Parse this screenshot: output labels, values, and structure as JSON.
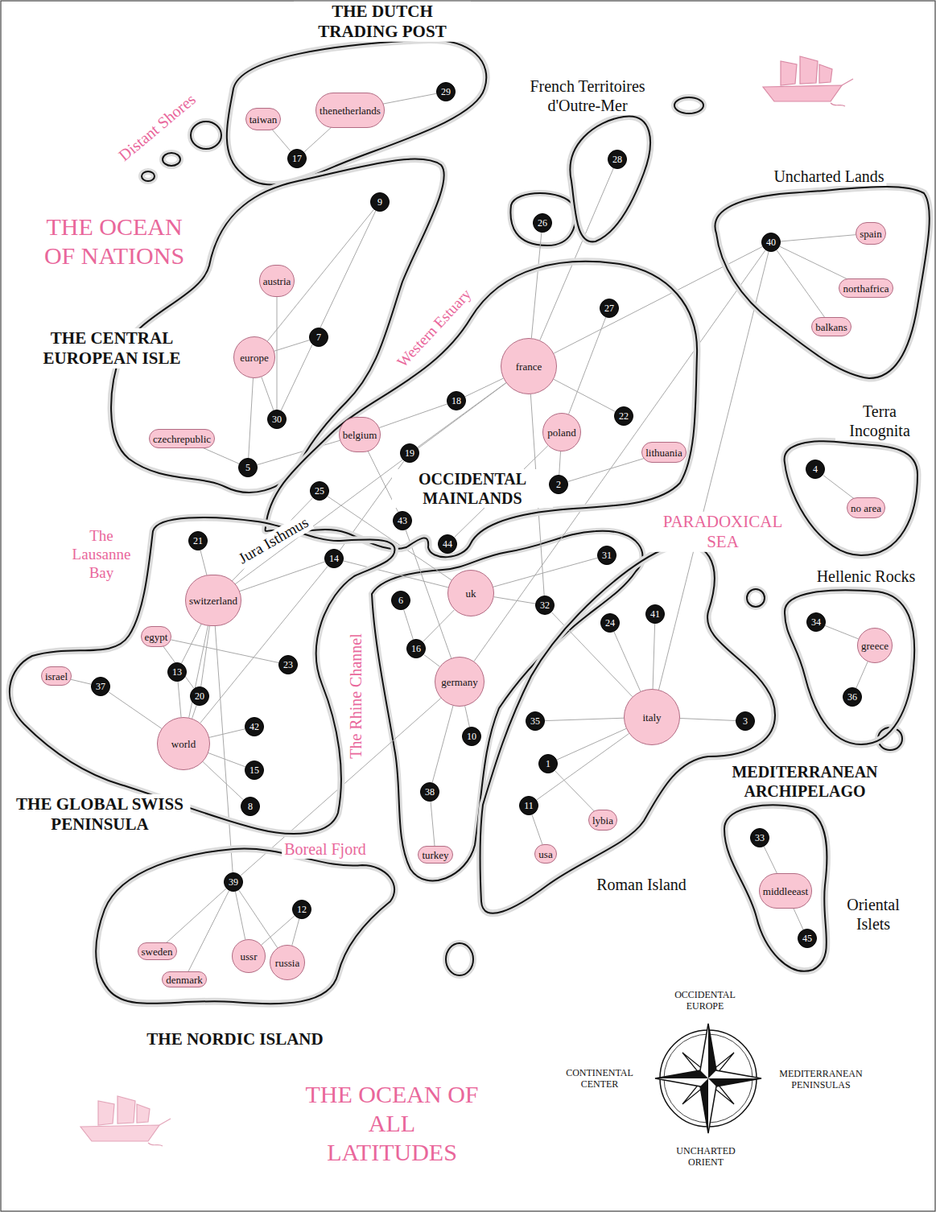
{
  "diagram": {
    "nodes": [
      {
        "text": [
          "THE DUTCH TRADING POST"
        ]
      },
      {
        "text": [
          "taiwan"
        ],
        "in": 0
      },
      {
        "text": [
          "thenetherlands"
        ],
        "in": 0
      },
      {
        "text": [
          "29"
        ],
        "in": 0
      },
      {
        "text": [
          "17"
        ],
        "in": 0
      },
      {
        "text": [
          "French Territoires d'Outre-Mer"
        ]
      },
      {
        "text": [
          "28"
        ],
        "in": 5
      },
      {
        "text": [
          "26"
        ]
      },
      {
        "text": [
          "THE CENTRAL EUROPEAN ISLE"
        ]
      },
      {
        "text": [
          "9"
        ],
        "in": 8
      },
      {
        "text": [
          "austria"
        ],
        "in": 8
      },
      {
        "text": [
          "7"
        ],
        "in": 8
      },
      {
        "text": [
          "europe"
        ],
        "in": 8
      },
      {
        "text": [
          "30"
        ],
        "in": 8
      },
      {
        "text": [
          "czechrepublic"
        ],
        "in": 8
      },
      {
        "text": [
          "5"
        ],
        "in": 8
      },
      {
        "text": [
          "Uncharted Lands"
        ]
      },
      {
        "text": [
          "40"
        ],
        "in": 16
      },
      {
        "text": [
          "spain"
        ],
        "in": 16
      },
      {
        "text": [
          "northafrica"
        ],
        "in": 16
      },
      {
        "text": [
          "balkans"
        ],
        "in": 16
      },
      {
        "text": [
          "OCCIDENTAL MAINLANDS"
        ]
      },
      {
        "text": [
          "27"
        ],
        "in": 21
      },
      {
        "text": [
          "france"
        ],
        "in": 21
      },
      {
        "text": [
          "18"
        ],
        "in": 21
      },
      {
        "text": [
          "belgium"
        ],
        "in": 21
      },
      {
        "text": [
          "poland"
        ],
        "in": 21
      },
      {
        "text": [
          "22"
        ],
        "in": 21
      },
      {
        "text": [
          "lithuania"
        ],
        "in": 21
      },
      {
        "text": [
          "19"
        ],
        "in": 21
      },
      {
        "text": [
          "2"
        ],
        "in": 21
      },
      {
        "text": [
          "25"
        ],
        "in": 21
      },
      {
        "text": [
          "43"
        ],
        "in": 21
      },
      {
        "text": [
          "44"
        ],
        "in": 21
      },
      {
        "text": [
          "Terra Incognita"
        ]
      },
      {
        "text": [
          "4"
        ],
        "in": 34
      },
      {
        "text": [
          "no area"
        ],
        "in": 34
      },
      {
        "text": [
          "THE GLOBAL SWISS PENINSULA"
        ]
      },
      {
        "text": [
          "21"
        ],
        "in": 37
      },
      {
        "text": [
          "14"
        ],
        "in": 37
      },
      {
        "text": [
          "switzerland"
        ],
        "in": 37
      },
      {
        "text": [
          "egypt"
        ],
        "in": 37
      },
      {
        "text": [
          "13"
        ],
        "in": 37
      },
      {
        "text": [
          "23"
        ],
        "in": 37
      },
      {
        "text": [
          "israel"
        ],
        "in": 37
      },
      {
        "text": [
          "37"
        ],
        "in": 37
      },
      {
        "text": [
          "20"
        ],
        "in": 37
      },
      {
        "text": [
          "world"
        ],
        "in": 37
      },
      {
        "text": [
          "42"
        ],
        "in": 37
      },
      {
        "text": [
          "15"
        ],
        "in": 37
      },
      {
        "text": [
          "8"
        ],
        "in": 37
      },
      {
        "text": [
          "Hellenic Rocks"
        ]
      },
      {
        "text": [
          "34"
        ],
        "in": 51
      },
      {
        "text": [
          "greece"
        ],
        "in": 51
      },
      {
        "text": [
          "36"
        ],
        "in": 51
      },
      {
        "text": [
          "6"
        ]
      },
      {
        "text": [
          "uk"
        ]
      },
      {
        "text": [
          "31"
        ]
      },
      {
        "text": [
          "32"
        ]
      },
      {
        "text": [
          "16"
        ]
      },
      {
        "text": [
          "germany"
        ]
      },
      {
        "text": [
          "10"
        ]
      },
      {
        "text": [
          "38"
        ]
      },
      {
        "text": [
          "turkey"
        ]
      },
      {
        "text": [
          "Roman Island"
        ]
      },
      {
        "text": [
          "24"
        ],
        "in": 64
      },
      {
        "text": [
          "41"
        ],
        "in": 64
      },
      {
        "text": [
          "italy"
        ],
        "in": 64
      },
      {
        "text": [
          "35"
        ],
        "in": 64
      },
      {
        "text": [
          "3"
        ],
        "in": 64
      },
      {
        "text": [
          "1"
        ],
        "in": 64
      },
      {
        "text": [
          "11"
        ],
        "in": 64
      },
      {
        "text": [
          "lybia"
        ],
        "in": 64
      },
      {
        "text": [
          "usa"
        ],
        "in": 64
      },
      {
        "text": [
          "Oriental Islets"
        ]
      },
      {
        "text": [
          "33"
        ],
        "in": 74
      },
      {
        "text": [
          "middleeast"
        ],
        "in": 74
      },
      {
        "text": [
          "45"
        ],
        "in": 74
      },
      {
        "text": [
          "THE NORDIC ISLAND"
        ]
      },
      {
        "text": [
          "39"
        ],
        "in": 78
      },
      {
        "text": [
          "12"
        ],
        "in": 78
      },
      {
        "text": [
          "sweden"
        ],
        "in": 78
      },
      {
        "text": [
          "ussr"
        ],
        "in": 78
      },
      {
        "text": [
          "russia"
        ],
        "in": 78
      },
      {
        "text": [
          "denmark"
        ],
        "in": 78
      }
    ],
    "edges": [
      {
        "from": 1,
        "to": 4,
        "arrow": "none"
      },
      {
        "from": 2,
        "to": 4,
        "arrow": "none"
      },
      {
        "from": 2,
        "to": 3,
        "arrow": "none"
      },
      {
        "from": 9,
        "to": 12,
        "arrow": "none"
      },
      {
        "from": 9,
        "to": 13,
        "arrow": "none"
      },
      {
        "from": 10,
        "to": 13,
        "arrow": "none"
      },
      {
        "from": 12,
        "to": 11,
        "arrow": "none"
      },
      {
        "from": 12,
        "to": 15,
        "arrow": "none"
      },
      {
        "from": 12,
        "to": 13,
        "arrow": "none"
      },
      {
        "from": 14,
        "to": 15,
        "arrow": "none"
      },
      {
        "from": 15,
        "to": 25,
        "arrow": "none"
      },
      {
        "from": 6,
        "to": 23,
        "arrow": "none"
      },
      {
        "from": 7,
        "to": 23,
        "arrow": "none"
      },
      {
        "from": 17,
        "to": 18,
        "arrow": "none"
      },
      {
        "from": 17,
        "to": 19,
        "arrow": "none"
      },
      {
        "from": 17,
        "to": 20,
        "arrow": "none"
      },
      {
        "from": 17,
        "to": 23,
        "arrow": "none"
      },
      {
        "from": 17,
        "to": 60,
        "arrow": "none"
      },
      {
        "from": 17,
        "to": 67,
        "arrow": "none"
      },
      {
        "from": 22,
        "to": 26,
        "arrow": "none"
      },
      {
        "from": 23,
        "to": 27,
        "arrow": "none"
      },
      {
        "from": 24,
        "to": 25,
        "arrow": "none"
      },
      {
        "from": 24,
        "to": 23,
        "arrow": "none"
      },
      {
        "from": 26,
        "to": 30,
        "arrow": "none"
      },
      {
        "from": 30,
        "to": 28,
        "arrow": "none"
      },
      {
        "from": 26,
        "to": 33,
        "arrow": "none"
      },
      {
        "from": 23,
        "to": 29,
        "arrow": "none"
      },
      {
        "from": 23,
        "to": 40,
        "arrow": "none"
      },
      {
        "from": 23,
        "to": 58,
        "arrow": "none"
      },
      {
        "from": 25,
        "to": 32,
        "arrow": "none"
      },
      {
        "from": 32,
        "to": 60,
        "arrow": "none"
      },
      {
        "from": 31,
        "to": 56,
        "arrow": "none"
      },
      {
        "from": 31,
        "to": 40,
        "arrow": "none"
      },
      {
        "from": 29,
        "to": 39,
        "arrow": "none"
      },
      {
        "from": 35,
        "to": 36,
        "arrow": "none"
      },
      {
        "from": 38,
        "to": 40,
        "arrow": "none"
      },
      {
        "from": 40,
        "to": 42,
        "arrow": "none"
      },
      {
        "from": 40,
        "to": 46,
        "arrow": "none"
      },
      {
        "from": 40,
        "to": 47,
        "arrow": "none"
      },
      {
        "from": 40,
        "to": 79,
        "arrow": "none"
      },
      {
        "from": 40,
        "to": 39,
        "arrow": "none"
      },
      {
        "from": 41,
        "to": 43,
        "arrow": "none"
      },
      {
        "from": 41,
        "to": 46,
        "arrow": "none"
      },
      {
        "from": 44,
        "to": 45,
        "arrow": "none"
      },
      {
        "from": 45,
        "to": 47,
        "arrow": "none"
      },
      {
        "from": 42,
        "to": 47,
        "arrow": "none"
      },
      {
        "from": 46,
        "to": 47,
        "arrow": "none"
      },
      {
        "from": 47,
        "to": 48,
        "arrow": "none"
      },
      {
        "from": 47,
        "to": 49,
        "arrow": "none"
      },
      {
        "from": 47,
        "to": 50,
        "arrow": "none"
      },
      {
        "from": 39,
        "to": 47,
        "arrow": "none"
      },
      {
        "from": 39,
        "to": 56,
        "arrow": "none"
      },
      {
        "from": 52,
        "to": 53,
        "arrow": "none"
      },
      {
        "from": 53,
        "to": 54,
        "arrow": "none"
      },
      {
        "from": 56,
        "to": 57,
        "arrow": "none"
      },
      {
        "from": 56,
        "to": 58,
        "arrow": "none"
      },
      {
        "from": 55,
        "to": 59,
        "arrow": "none"
      },
      {
        "from": 56,
        "to": 59,
        "arrow": "none"
      },
      {
        "from": 59,
        "to": 60,
        "arrow": "none"
      },
      {
        "from": 60,
        "to": 61,
        "arrow": "none"
      },
      {
        "from": 60,
        "to": 62,
        "arrow": "none"
      },
      {
        "from": 62,
        "to": 63,
        "arrow": "none"
      },
      {
        "from": 60,
        "to": 79,
        "arrow": "none"
      },
      {
        "from": 58,
        "to": 67,
        "arrow": "none"
      },
      {
        "from": 67,
        "to": 65,
        "arrow": "none"
      },
      {
        "from": 67,
        "to": 66,
        "arrow": "none"
      },
      {
        "from": 67,
        "to": 68,
        "arrow": "none"
      },
      {
        "from": 67,
        "to": 69,
        "arrow": "none"
      },
      {
        "from": 67,
        "to": 70,
        "arrow": "none"
      },
      {
        "from": 67,
        "to": 71,
        "arrow": "none"
      },
      {
        "from": 70,
        "to": 72,
        "arrow": "none"
      },
      {
        "from": 71,
        "to": 73,
        "arrow": "none"
      },
      {
        "from": 75,
        "to": 76,
        "arrow": "none"
      },
      {
        "from": 76,
        "to": 77,
        "arrow": "none"
      },
      {
        "from": 79,
        "to": 81,
        "arrow": "none"
      },
      {
        "from": 79,
        "to": 84,
        "arrow": "none"
      },
      {
        "from": 79,
        "to": 82,
        "arrow": "none"
      },
      {
        "from": 79,
        "to": 83,
        "arrow": "none"
      },
      {
        "from": 80,
        "to": 82,
        "arrow": "none"
      },
      {
        "from": 80,
        "to": 83,
        "arrow": "none"
      }
    ],
    "labels": [
      "Distant Shores",
      "THE OCEAN OF NATIONS",
      "Western Estuary",
      "The Lausanne Bay",
      "Jura Isthmus",
      "The Rhine Channel",
      "Boreal Fjord",
      "PARADOXICAL SEA",
      "MEDITERRANEAN ARCHIPELAGO",
      "THE OCEAN OF ALL LATITUDES",
      "OCCIDENTAL EUROPE",
      "CONTINENTAL CENTER",
      "MEDITERRANEAN PENINSULAS",
      "UNCHARTED ORIENT"
    ]
  }
}
